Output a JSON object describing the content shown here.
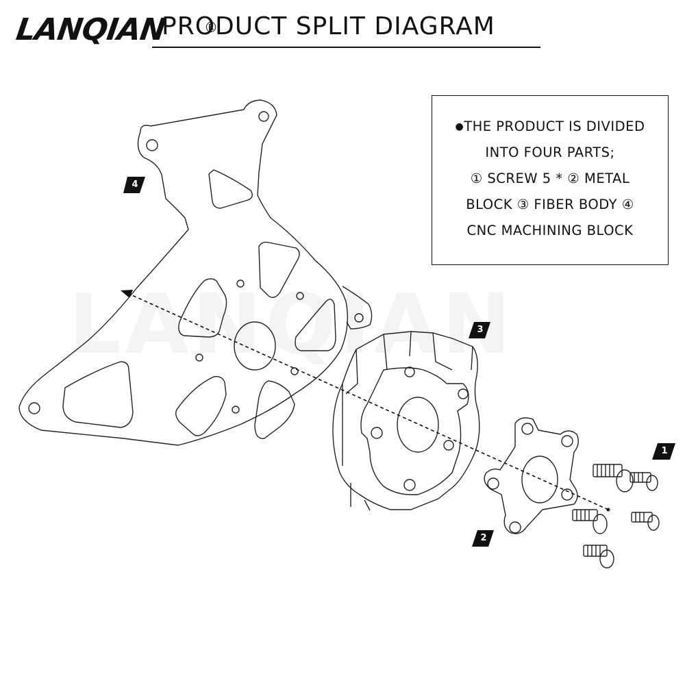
{
  "header": {
    "title": "PRODUCT SPLIT DIAGRAM",
    "brand": "LANQIAN",
    "brand_mark": "®"
  },
  "watermark": "LANQIAN",
  "info_box": {
    "lines": [
      "THE PRODUCT IS DIVIDED",
      "INTO FOUR PARTS;",
      "① SCREW 5 * ② METAL",
      "BLOCK ③ FIBER BODY ④",
      "CNC MACHINING BLOCK"
    ]
  },
  "callouts": {
    "part1": "1",
    "part2": "2",
    "part3": "3",
    "part4": "4"
  },
  "colors": {
    "ink": "#111111",
    "paper": "#ffffff",
    "watermark": "#f4f4f4"
  },
  "icons": {
    "bullet": "black-circle-bullet"
  }
}
